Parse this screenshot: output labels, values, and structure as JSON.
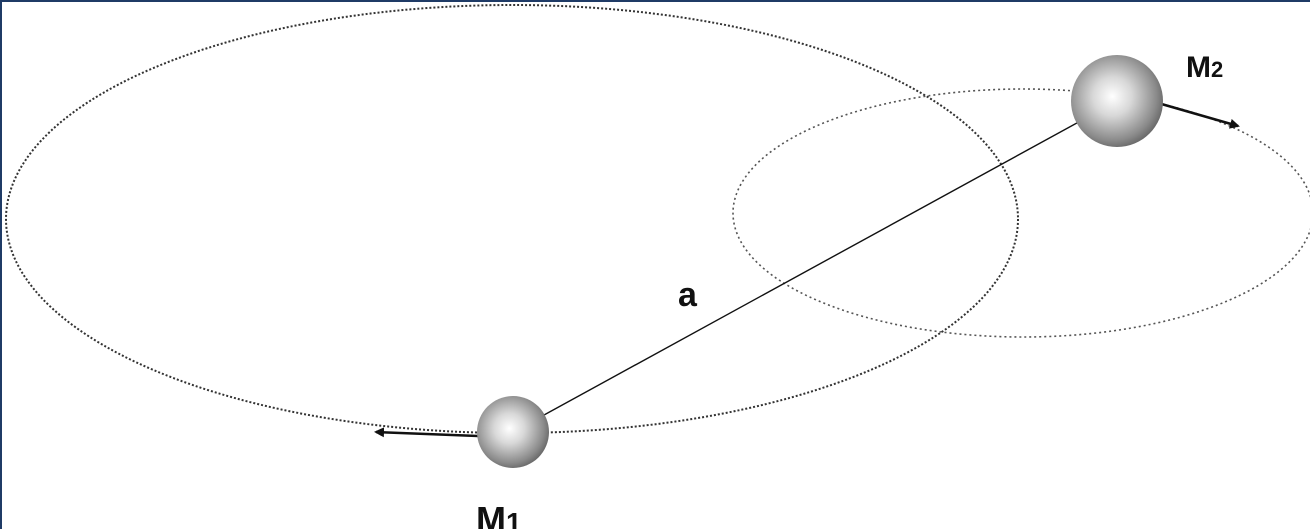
{
  "diagram": {
    "label_m1": "M",
    "label_m1_sub": "1",
    "label_m2": "M",
    "label_m2_sub": "2",
    "label_separation": "a"
  },
  "colors": {
    "frame": "#1f3b66",
    "orbit": "#333333",
    "line": "#111111",
    "sphere_light": "#ffffff",
    "sphere_dark": "#6e6e6e"
  }
}
